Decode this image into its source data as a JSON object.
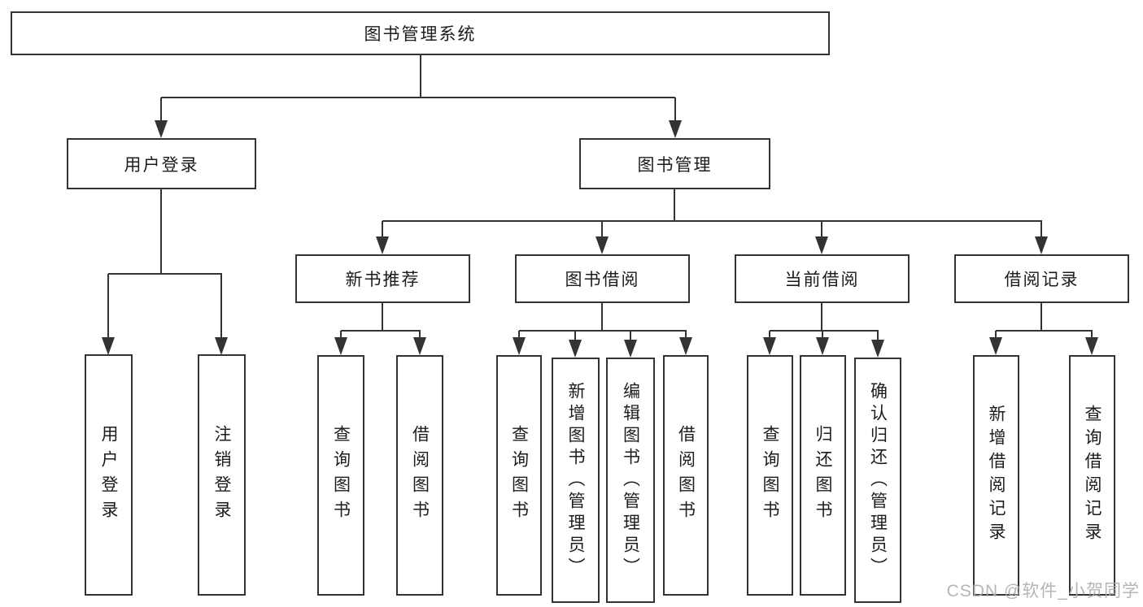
{
  "diagram": {
    "root": {
      "label": "图书管理系统"
    },
    "branches": {
      "user_login": {
        "label": "用户登录"
      },
      "book_management": {
        "label": "图书管理"
      }
    },
    "modules": {
      "new_book_recommend": {
        "label": "新书推荐"
      },
      "book_borrowing": {
        "label": "图书借阅"
      },
      "current_borrowing": {
        "label": "当前借阅"
      },
      "borrowing_records": {
        "label": "借阅记录"
      }
    },
    "leaves": {
      "user_login": {
        "label": "用户登录"
      },
      "logout": {
        "label": "注销登录"
      },
      "recommend_query_books": {
        "label": "查询图书"
      },
      "recommend_borrow_books": {
        "label": "借阅图书"
      },
      "borrow_query_books": {
        "label": "查询图书"
      },
      "borrow_add_books_admin": {
        "label": "新增图书（管理员）"
      },
      "borrow_edit_books_admin": {
        "label": "编辑图书（管理员）"
      },
      "borrow_borrow_books": {
        "label": "借阅图书"
      },
      "current_query_books": {
        "label": "查询图书"
      },
      "current_return_books": {
        "label": "归还图书"
      },
      "current_confirm_return_admin": {
        "label": "确认归还（管理员）"
      },
      "records_add_record": {
        "label": "新增借阅记录"
      },
      "records_query_record": {
        "label": "查询借阅记录"
      }
    }
  },
  "watermark": {
    "text": "CSDN @软件_小贺同学"
  },
  "colors": {
    "line": "#333333",
    "text": "#1c1c1c",
    "background": "#ffffff",
    "watermark": "#aeaeae"
  }
}
